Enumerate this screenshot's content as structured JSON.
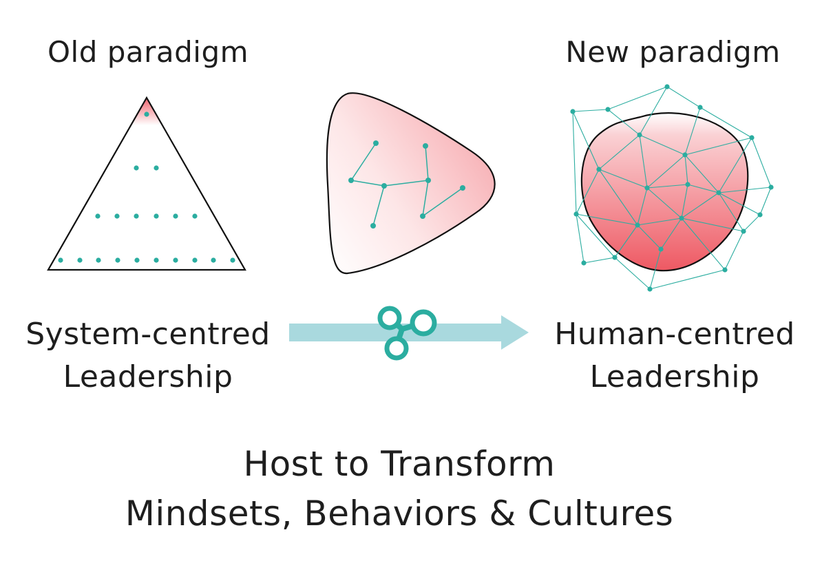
{
  "old_paradigm": {
    "heading": "Old paradigm",
    "caption_line1": "System-centred",
    "caption_line2": "Leadership"
  },
  "new_paradigm": {
    "heading": "New paradigm",
    "caption_line1": "Human-centred",
    "caption_line2": "Leadership"
  },
  "footer": {
    "line1": "Host to Transform",
    "line2": "Mindsets, Behaviors & Cultures"
  },
  "icons": {
    "transition": "share-nodes-icon",
    "arrow": "arrow-right-icon"
  },
  "colors": {
    "teal": "#2bada0",
    "arrow": "#a9d9de",
    "pink": "#f0646e",
    "outline": "#111111",
    "text": "#1e1e1e"
  }
}
